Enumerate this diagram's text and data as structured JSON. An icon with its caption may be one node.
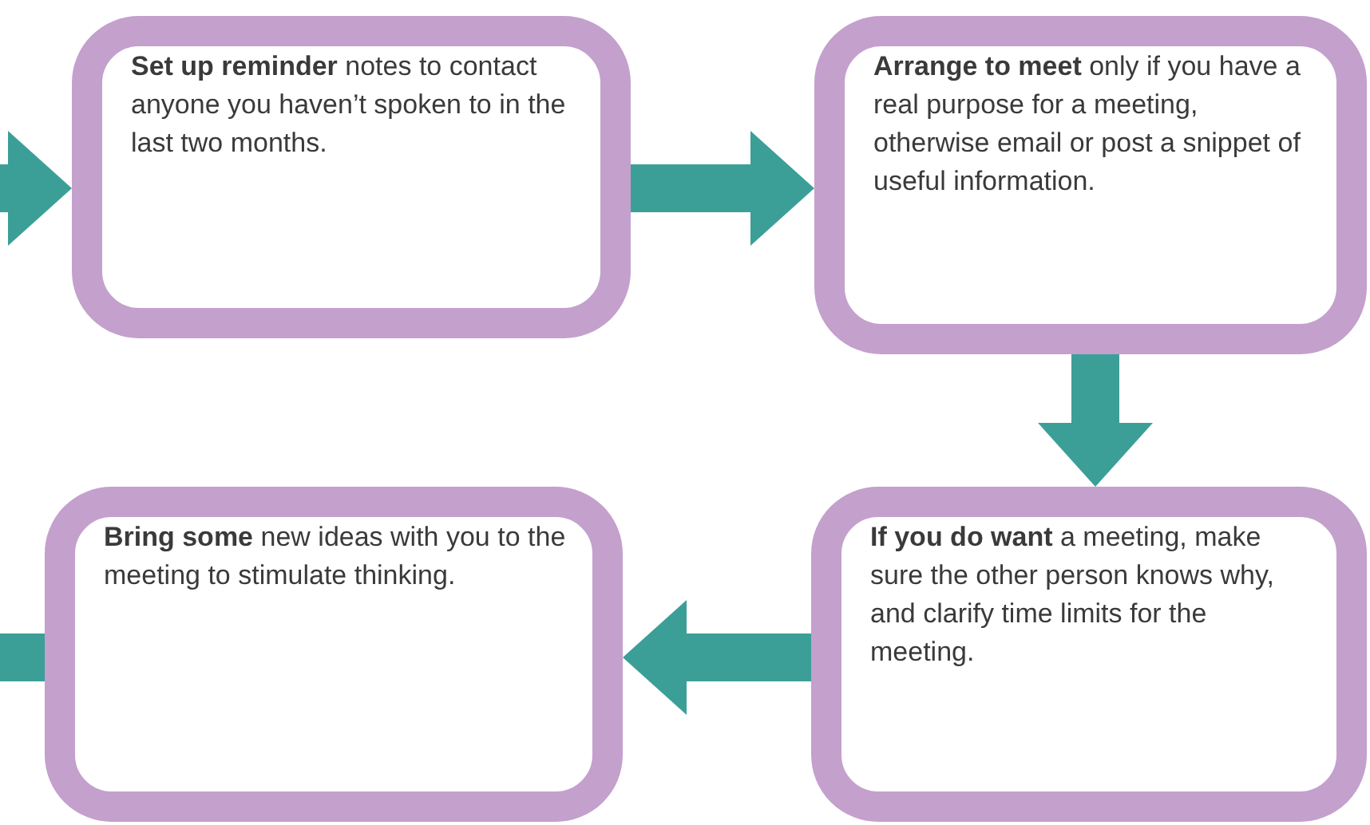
{
  "diagram": {
    "nodes": [
      {
        "text": [
          "**Set up reminder** notes to contact anyone you haven’t spoken to in the last two months."
        ]
      },
      {
        "text": [
          "**Arrange to meet** only if you have a real purpose for a meeting, otherwise email or post a snippet of useful information."
        ]
      },
      {
        "text": [
          "**If you do want** a meeting, make sure the other person knows why, and clarify time limits for the meeting."
        ]
      },
      {
        "text": [
          "**Bring some** new ideas with you to the meeting to stimulate thinking."
        ]
      }
    ],
    "edges": [
      {
        "from": null,
        "to": 0,
        "arrow": "to"
      },
      {
        "from": 0,
        "to": 1,
        "arrow": "to"
      },
      {
        "from": 1,
        "to": 2,
        "arrow": "to"
      },
      {
        "from": 2,
        "to": 3,
        "arrow": "to"
      },
      {
        "from": 3,
        "to": null,
        "arrow": "none"
      }
    ]
  }
}
